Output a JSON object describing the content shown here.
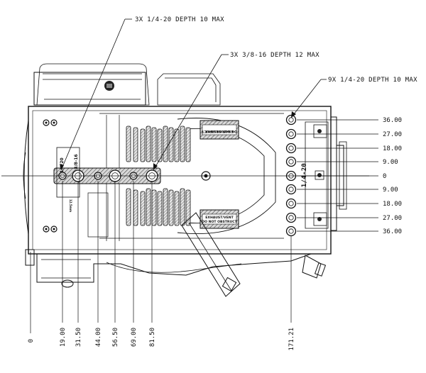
{
  "callouts": {
    "top": "3X 1/4-20 DEPTH 10 MAX",
    "middle": "3X 3/8-16 DEPTH 12 MAX",
    "right": "9X 1/4-20 DEPTH 10 MAX"
  },
  "hole_labels": {
    "quarter_20": "1/4-20",
    "three_eighths_16": "3/8-16",
    "rail_quarter_20": "1/4-20",
    "small_note": "12.5mm"
  },
  "stickers": {
    "top_line1": "EXHAUST/VENT",
    "top_line2": "DO NOT OBSTRUCT",
    "bottom_line1": "EXHAUST/VENT",
    "bottom_line2": "DO NOT OBSTRUCT"
  },
  "right_dimensions": [
    "36.00",
    "27.00",
    "18.00",
    "9.00",
    "0",
    "9.00",
    "18.00",
    "27.00",
    "36.00"
  ],
  "bottom_dimensions": [
    "0",
    "19.00",
    "31.50",
    "44.00",
    "56.50",
    "69.00",
    "81.50",
    "171.21"
  ]
}
